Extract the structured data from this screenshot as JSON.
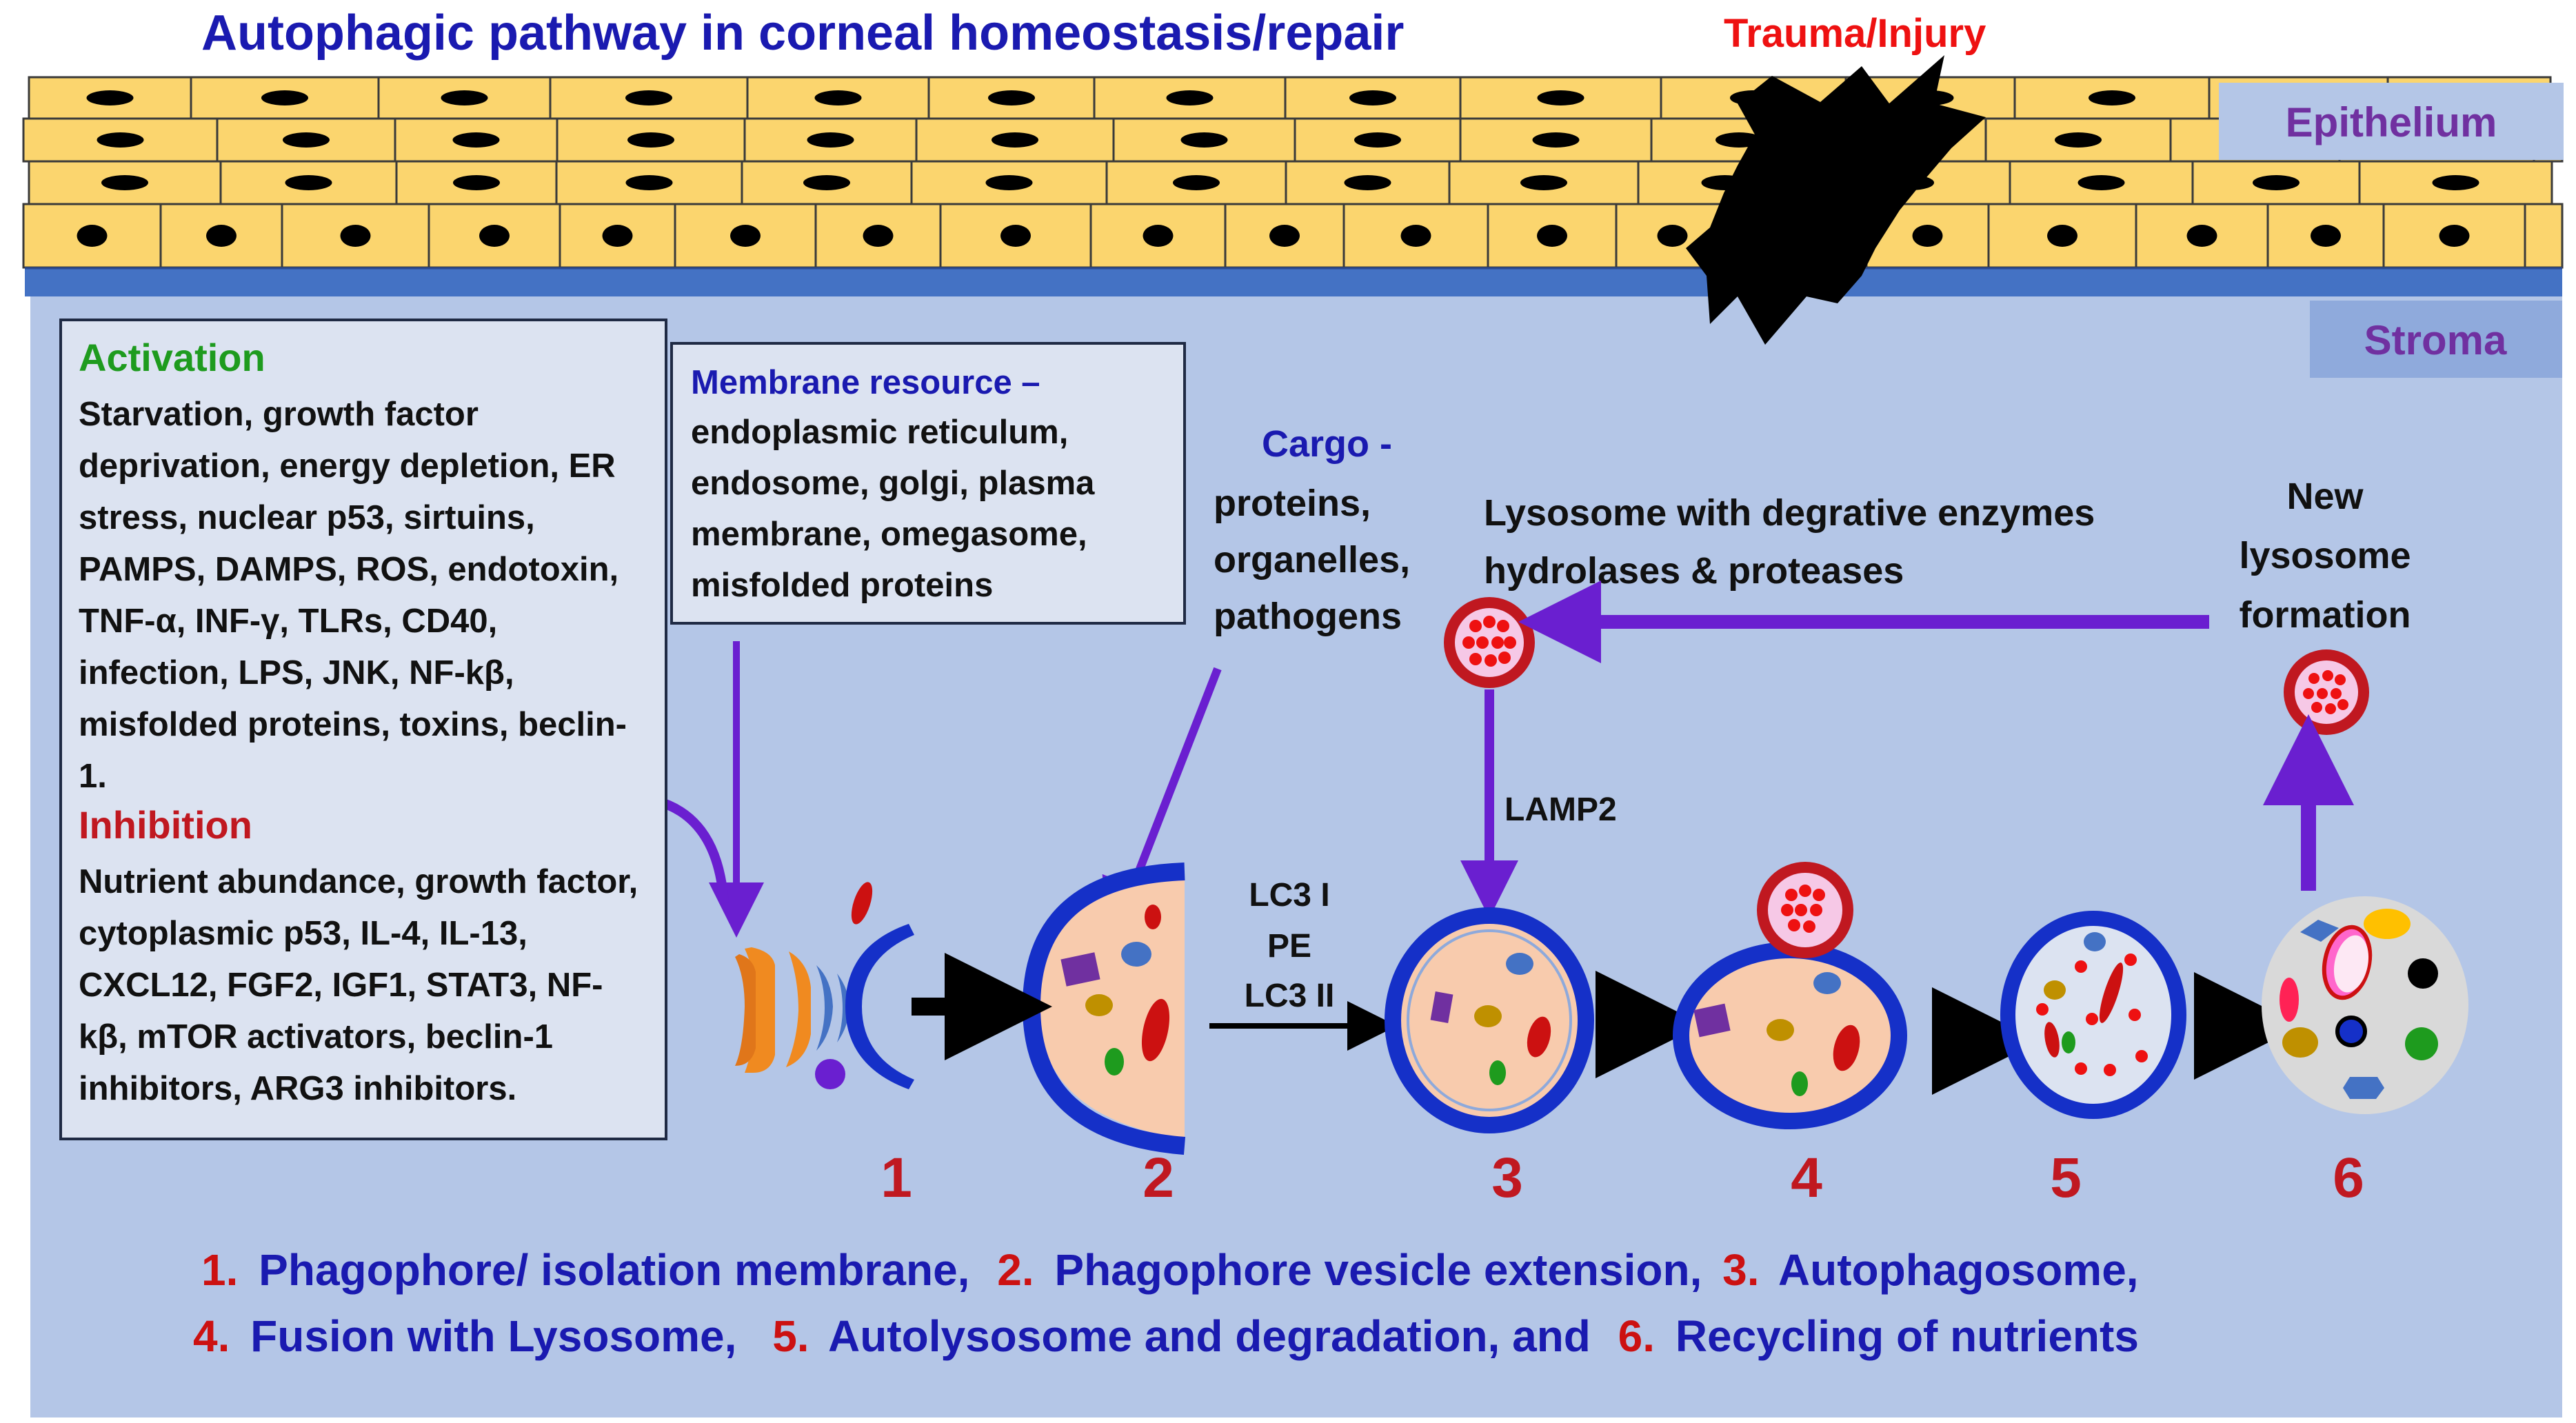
{
  "title": "Autophagic pathway in corneal homeostasis/repair",
  "trauma_label": "Trauma/Injury",
  "layers": {
    "epithelium": "Epithelium",
    "stroma": "Stroma"
  },
  "activation": {
    "heading": "Activation",
    "text": "Starvation, growth factor deprivation, energy depletion, ER stress, nuclear p53, sirtuins, PAMPS, DAMPS, ROS, endotoxin, TNF-α, INF-γ, TLRs, CD40, infection, LPS, JNK, NF-kβ, misfolded proteins, toxins, beclin-1."
  },
  "inhibition": {
    "heading": "Inhibition",
    "text": "Nutrient abundance, growth factor, cytoplasmic p53, IL-4, IL-13, CXCL12, FGF2, IGF1, STAT3, NF-kβ, mTOR activators, beclin-1 inhibitors, ARG3 inhibitors."
  },
  "membrane_resource": {
    "heading": "Membrane resource –",
    "text": "endoplasmic reticulum, endosome, golgi, plasma membrane, omegasome, misfolded proteins"
  },
  "cargo": {
    "heading": "Cargo -",
    "lines": [
      "proteins,",
      "organelles,",
      "pathogens"
    ]
  },
  "lysosome_label": [
    "Lysosome with degrative enzymes",
    "hydrolases & proteases"
  ],
  "new_lysosome_label": [
    "New",
    "lysosome",
    "formation"
  ],
  "lamp2": "LAMP2",
  "conversion": [
    "LC3 I",
    "PE",
    "LC3 II"
  ],
  "stage_numbers": [
    "1",
    "2",
    "3",
    "4",
    "5",
    "6"
  ],
  "legend": {
    "line1": [
      {
        "num": "1.",
        "text": "Phagophore/ isolation membrane,"
      },
      {
        "num": "2.",
        "text": "Phagophore vesicle extension,"
      },
      {
        "num": "3.",
        "text": "Autophagosome,"
      }
    ],
    "line2": [
      {
        "num": "4.",
        "text": "Fusion with Lysosome,"
      },
      {
        "num": "5.",
        "text": "Autolysosome and degradation, and"
      },
      {
        "num": "6.",
        "text": "Recycling of nutrients"
      }
    ]
  },
  "colors": {
    "title_blue": "#1a1ab0",
    "red": "#ee1111",
    "dark_red": "#b01818",
    "green": "#1e9b1e",
    "purple": "#6a1fd0",
    "epithelium_cell": "#fbd56e",
    "stroma_bg": "#b4c6e7",
    "basement": "#4472c4",
    "membrane_blue": "#1530c8",
    "layer_label": "#7030a0"
  }
}
